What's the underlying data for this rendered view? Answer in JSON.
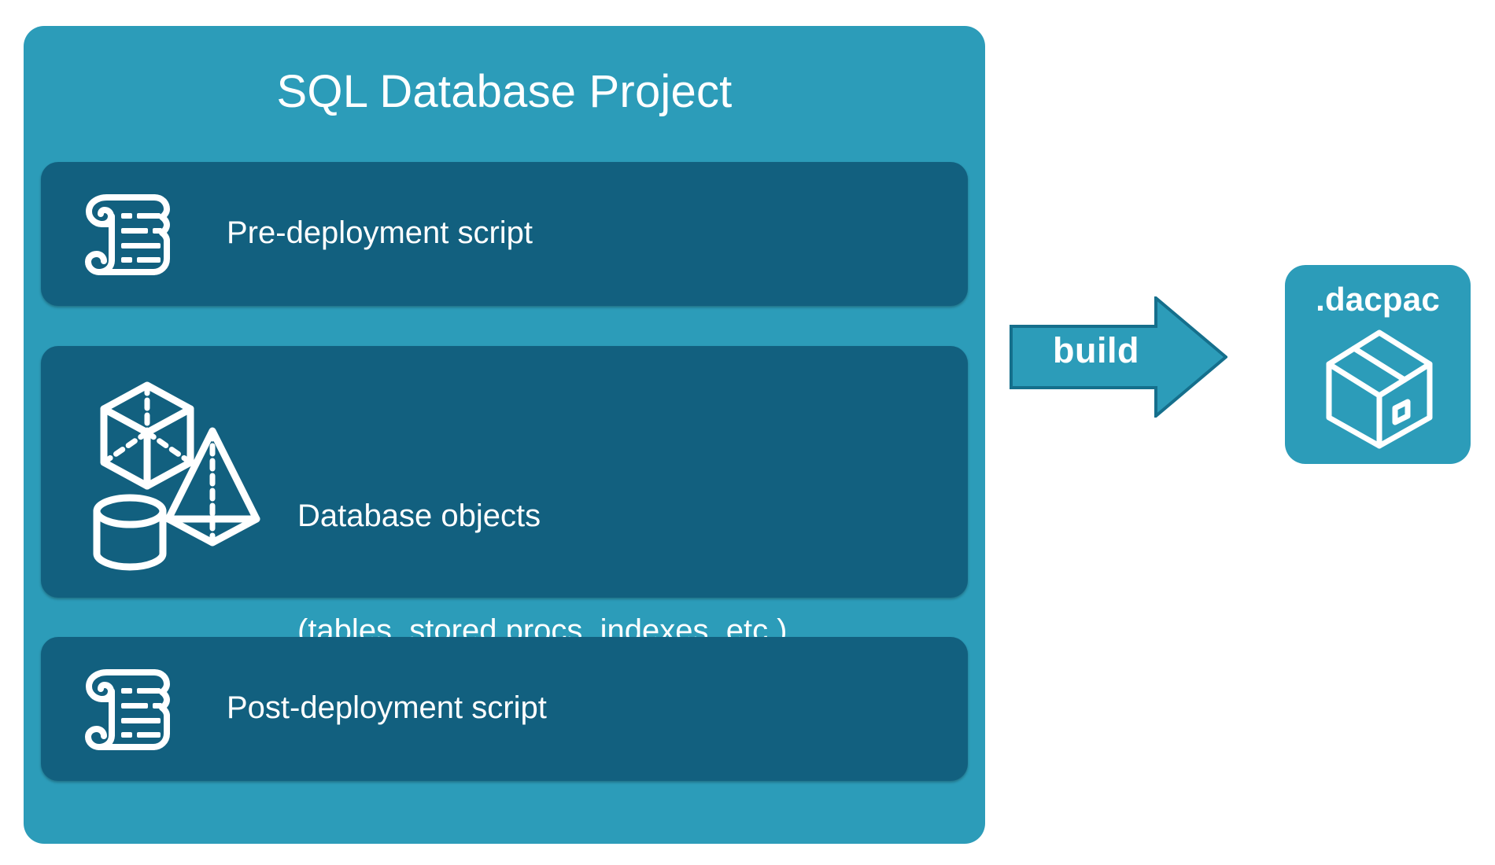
{
  "diagram": {
    "title": "SQL Database Project build to dacpac",
    "background_color": "#ffffff"
  },
  "project": {
    "title": "SQL Database Project",
    "panel_color": "#2c9cb9",
    "card_color": "#12607f",
    "text_color": "#ffffff",
    "cards": [
      {
        "id": "pre-deployment",
        "label": "Pre-deployment script",
        "icon": "scroll-icon"
      },
      {
        "id": "database-objects",
        "label_line1": "Database objects",
        "label_line2": "(tables, stored procs, indexes, etc.)",
        "icon": "3d-shapes-icon"
      },
      {
        "id": "post-deployment",
        "label": "Post-deployment script",
        "icon": "scroll-icon"
      }
    ]
  },
  "arrow": {
    "label": "build",
    "fill_color": "#2c9cb9",
    "stroke_color": "#156f8c",
    "direction": "right"
  },
  "output": {
    "title": ".dacpac",
    "panel_color": "#2c9cb9",
    "icon": "package-box-icon"
  }
}
